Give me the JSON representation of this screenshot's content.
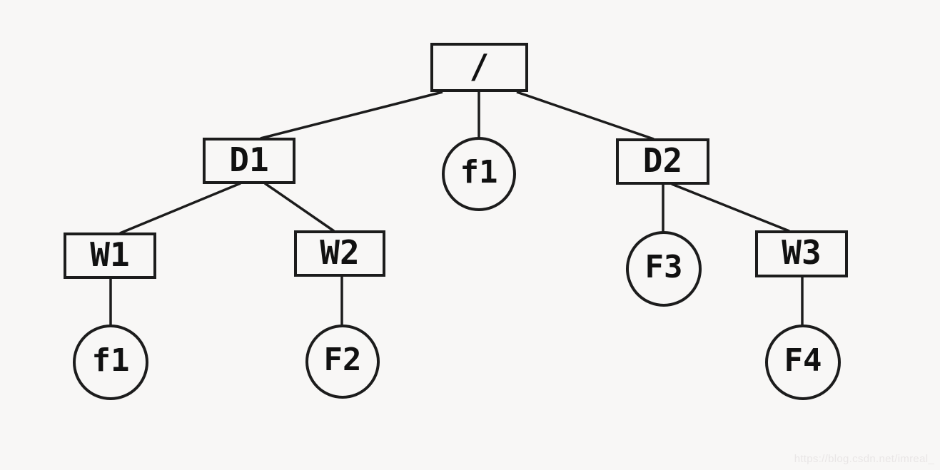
{
  "page": {
    "background": "#f8f7f6",
    "watermark": "https://blog.csdn.net/imreal_"
  },
  "diagram": {
    "type": "tree",
    "colors": {
      "stroke": "#1c1c1c",
      "text": "#111111"
    },
    "nodes": [
      {
        "id": "root",
        "label": "/",
        "shape": "rect"
      },
      {
        "id": "D1",
        "label": "D1",
        "shape": "rect"
      },
      {
        "id": "f1-root",
        "label": "f1",
        "shape": "circle"
      },
      {
        "id": "D2",
        "label": "D2",
        "shape": "rect"
      },
      {
        "id": "W1",
        "label": "W1",
        "shape": "rect"
      },
      {
        "id": "W2",
        "label": "W2",
        "shape": "rect"
      },
      {
        "id": "F3",
        "label": "F3",
        "shape": "circle"
      },
      {
        "id": "W3",
        "label": "W3",
        "shape": "rect"
      },
      {
        "id": "f1-w1",
        "label": "f1",
        "shape": "circle"
      },
      {
        "id": "F2",
        "label": "F2",
        "shape": "circle"
      },
      {
        "id": "F4",
        "label": "F4",
        "shape": "circle"
      }
    ],
    "edges": [
      {
        "from": "root",
        "to": "D1"
      },
      {
        "from": "root",
        "to": "f1-root"
      },
      {
        "from": "root",
        "to": "D2"
      },
      {
        "from": "D1",
        "to": "W1"
      },
      {
        "from": "D1",
        "to": "W2"
      },
      {
        "from": "D2",
        "to": "F3"
      },
      {
        "from": "D2",
        "to": "W3"
      },
      {
        "from": "W1",
        "to": "f1-w1"
      },
      {
        "from": "W2",
        "to": "F2"
      },
      {
        "from": "W3",
        "to": "F4"
      }
    ]
  }
}
